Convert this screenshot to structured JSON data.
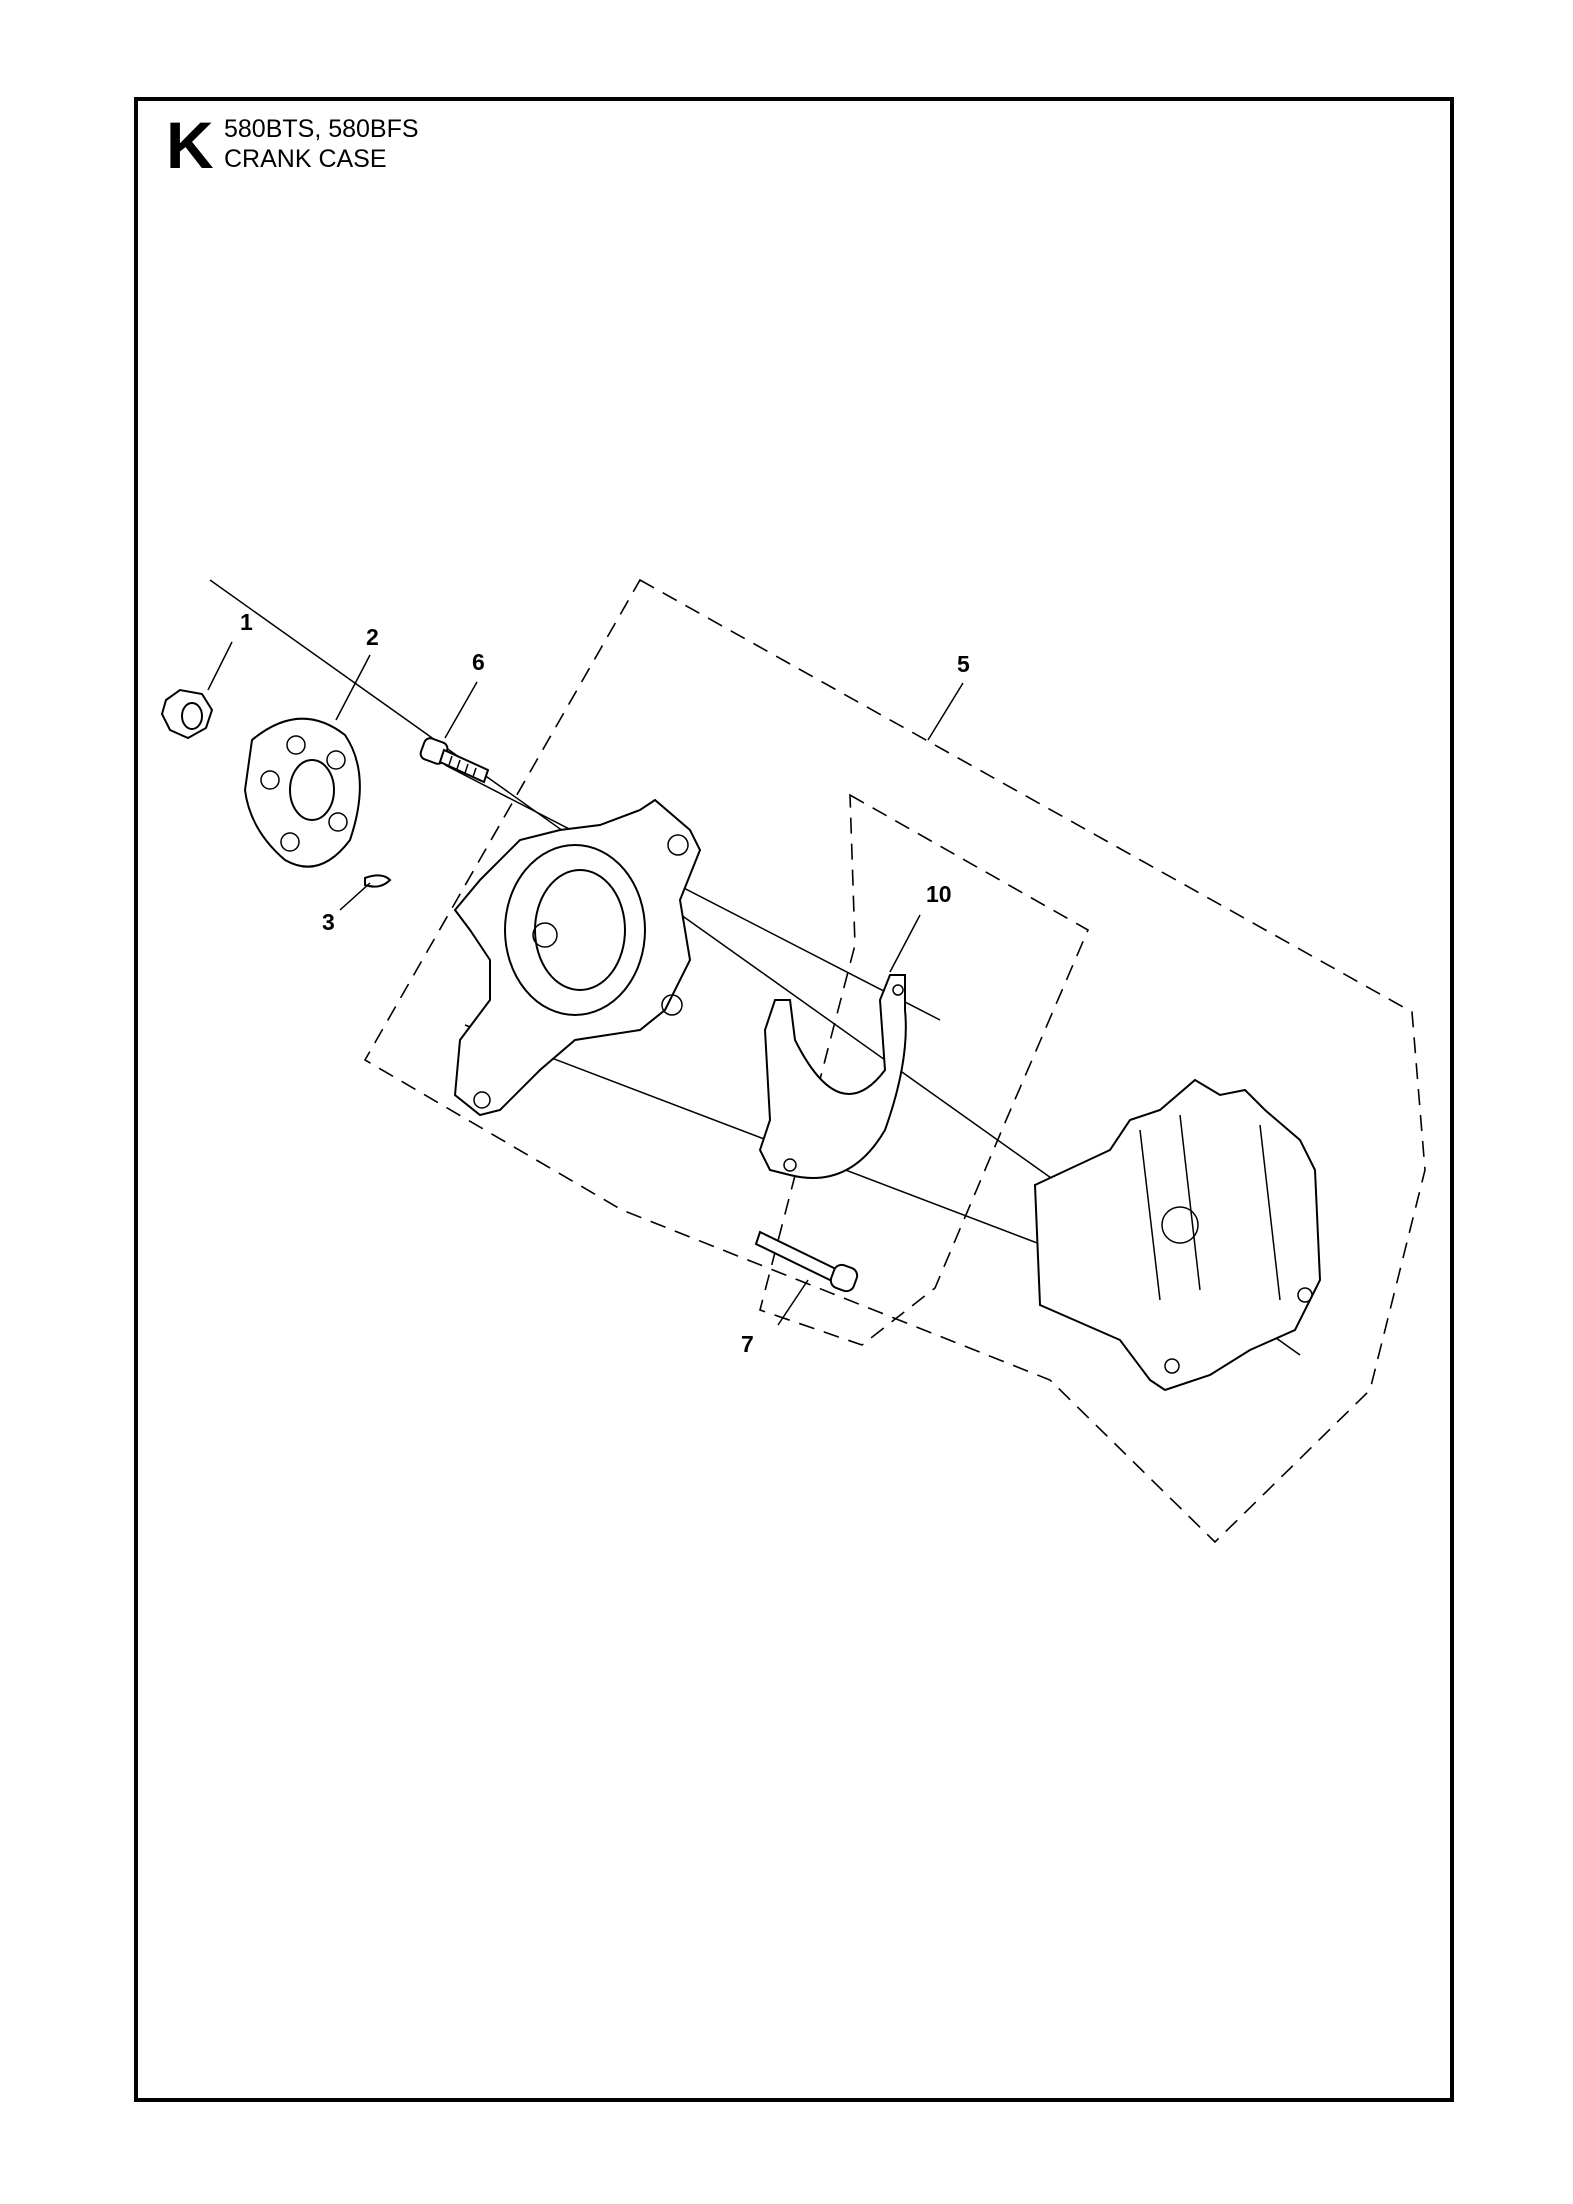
{
  "header": {
    "section_letter": "K",
    "models": "580BTS, 580BFS",
    "title": "CRANK CASE"
  },
  "callouts": [
    "1",
    "2",
    "3",
    "5",
    "6",
    "7",
    "10"
  ]
}
